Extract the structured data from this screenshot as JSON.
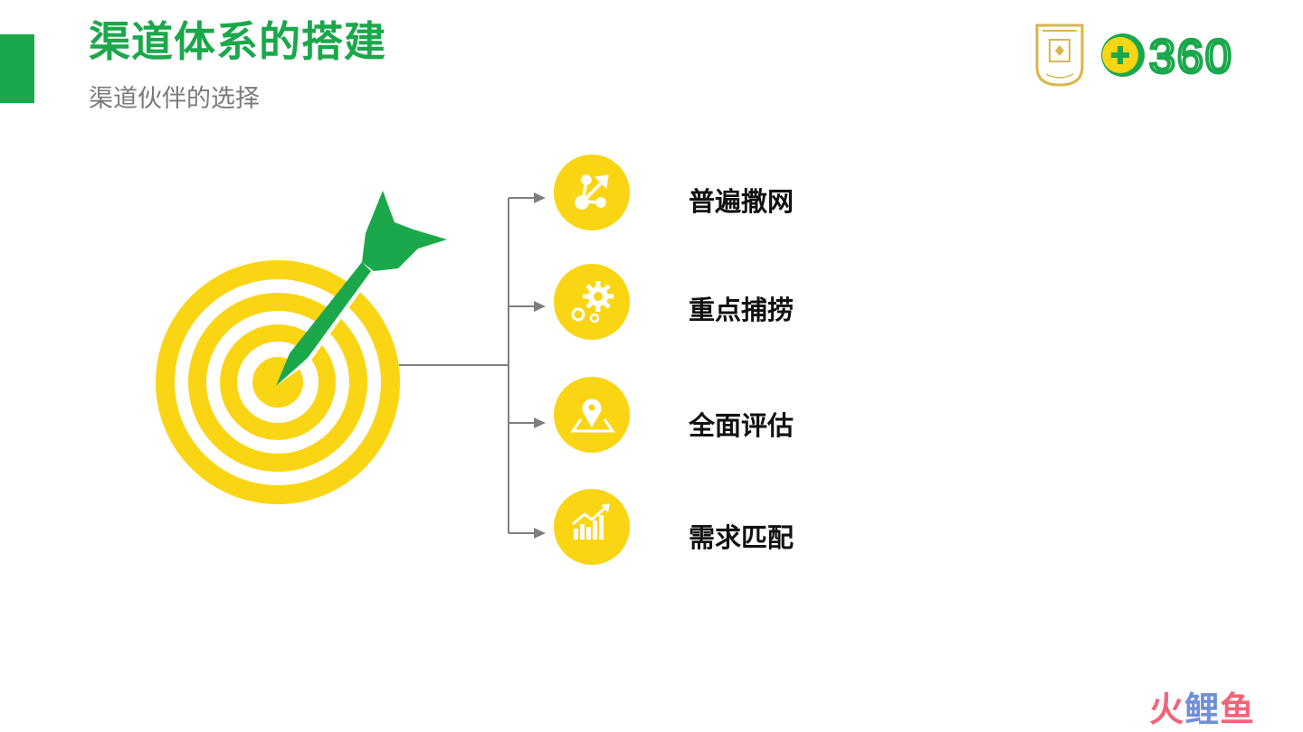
{
  "header": {
    "title": "渠道体系的搭建",
    "subtitle": "渠道伙伴的选择"
  },
  "brand": {
    "logo_text": "360"
  },
  "items": [
    {
      "label": "普遍撒网",
      "icon": "share-nodes-icon"
    },
    {
      "label": "重点捕捞",
      "icon": "gears-icon"
    },
    {
      "label": "全面评估",
      "icon": "map-pin-icon"
    },
    {
      "label": "需求匹配",
      "icon": "growth-chart-icon"
    }
  ],
  "watermark": {
    "part1": "火",
    "part2": "鲤",
    "part3": "鱼"
  },
  "colors": {
    "green": "#1aa84b",
    "yellow": "#fad514",
    "connector": "#7f7f7f",
    "gold": "#d9b64a"
  }
}
